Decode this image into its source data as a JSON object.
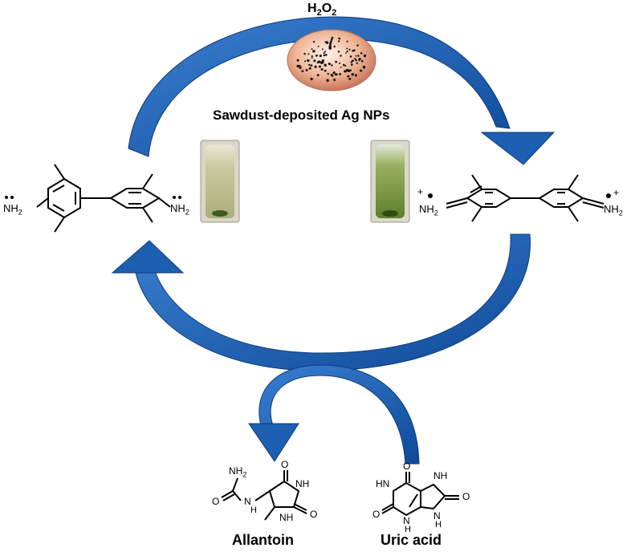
{
  "oxidant": {
    "prefix": "H",
    "sub1": "2",
    "mid": "O",
    "sub2": "2"
  },
  "catalyst_label": "Sawdust-deposited Ag NPs",
  "left_molecule": {
    "left_group": "NH",
    "left_sub": "2",
    "right_group": "NH",
    "right_sub": "2"
  },
  "right_molecule": {
    "left_group": "NH",
    "left_sub": "2",
    "right_group": "NH",
    "right_sub": "2",
    "charge": "+"
  },
  "products": {
    "left": {
      "name": "Allantoin",
      "atoms": {
        "nh2": "NH",
        "nh2_sub": "2",
        "o1": "O",
        "o2": "O",
        "o3": "O",
        "n1": "N",
        "n2": "N",
        "n3": "N",
        "h1": "H",
        "h2": "H",
        "h3": "H"
      }
    },
    "right": {
      "name": "Uric acid",
      "atoms": {
        "o1": "O",
        "o2": "O",
        "o3": "O",
        "n1": "N",
        "n2": "N",
        "n3": "N",
        "n4": "N",
        "h1": "H",
        "h2": "H",
        "h3": "H",
        "h4": "H"
      }
    }
  },
  "colors": {
    "arrow_fill": "#1d5fb0",
    "arrow_edge": "#0d3b7a",
    "catalyst_fill": "#e8a07f",
    "tube_liquid_left": "#b8c08a",
    "tube_liquid_right": "#7a9a3a"
  }
}
